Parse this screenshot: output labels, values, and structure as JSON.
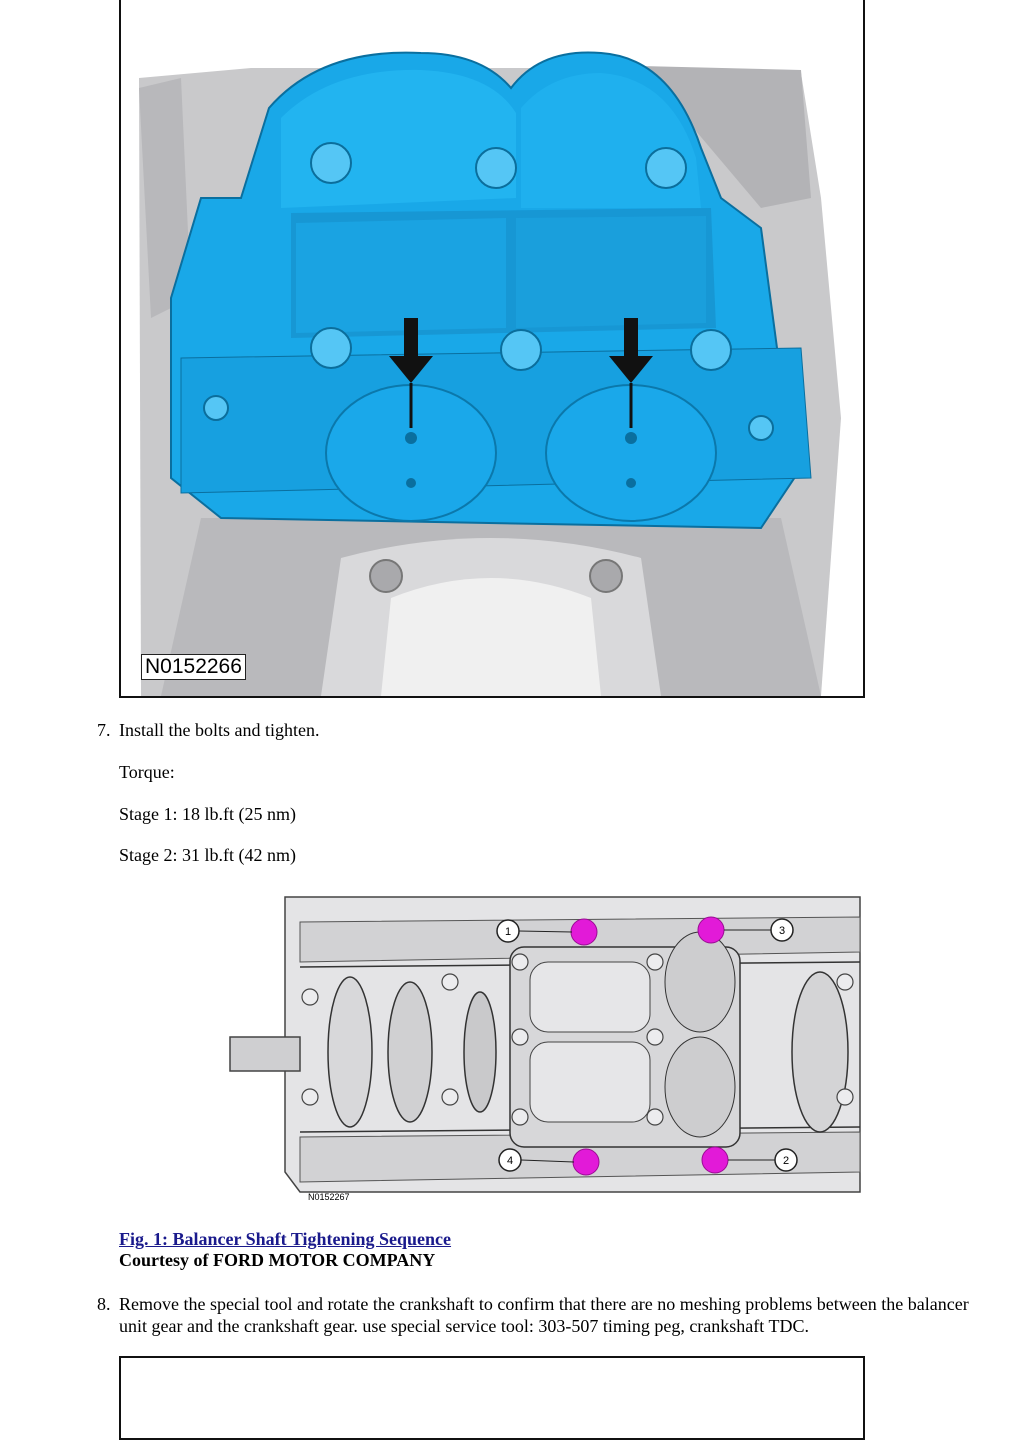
{
  "figures": {
    "top_id": "N0152266",
    "middle_id": "N0152267"
  },
  "steps": {
    "step7": {
      "number": "7.",
      "text": "Install the bolts and tighten.",
      "torque_label": "Torque:",
      "stage1": "Stage 1: 18 lb.ft (25 nm)",
      "stage2": "Stage 2: 31 lb.ft (42 nm)"
    },
    "step8": {
      "number": "8.",
      "text": "Remove the special tool and rotate the crankshaft to confirm that there are no meshing problems between the balancer unit gear and the crankshaft gear. use special service tool: 303-507 timing peg, crankshaft TDC."
    }
  },
  "caption": {
    "link": "Fig. 1: Balancer Shaft Tightening Sequence",
    "courtesy": "Courtesy of FORD MOTOR COMPANY"
  },
  "sequence_labels": [
    "1",
    "2",
    "3",
    "4"
  ],
  "colors": {
    "balancer_blue": "#19a8e8",
    "bolt_magenta": "#e21ad8",
    "link_blue": "#1a1a8c"
  }
}
